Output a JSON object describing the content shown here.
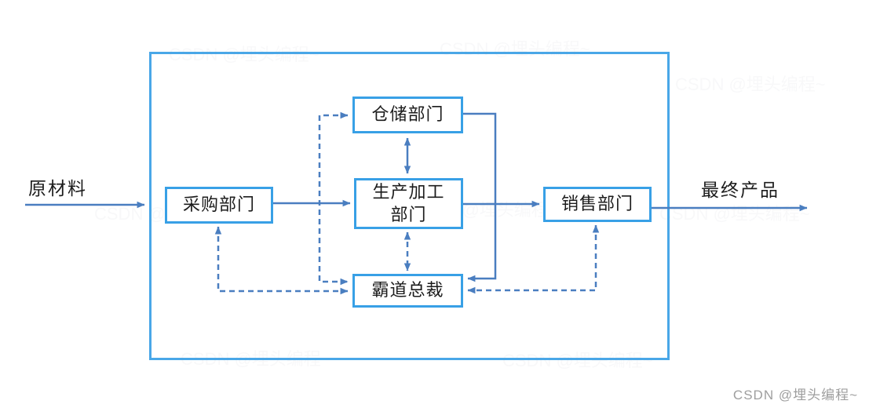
{
  "diagram": {
    "title_hint": "enterprise-material-and-information-flow-diagram",
    "outside_labels": {
      "input": "原材料",
      "output": "最终产品"
    },
    "nodes": [
      {
        "id": "purchasing",
        "label": "采购部门"
      },
      {
        "id": "warehouse",
        "label": "仓储部门"
      },
      {
        "id": "production",
        "label": "生产加工部门",
        "label_lines": [
          "生产加工",
          "部门"
        ]
      },
      {
        "id": "sales",
        "label": "销售部门"
      },
      {
        "id": "ceo",
        "label": "霸道总裁"
      }
    ],
    "edges": [
      {
        "from": "raw-material-input",
        "to": "enterprise-boundary",
        "style": "solid",
        "direction": "forward"
      },
      {
        "from": "purchasing",
        "to": "production",
        "style": "solid",
        "direction": "forward"
      },
      {
        "from": "production",
        "to": "sales",
        "style": "solid",
        "direction": "forward"
      },
      {
        "from": "sales",
        "to": "final-product-output",
        "style": "solid",
        "direction": "forward"
      },
      {
        "from": "warehouse",
        "to": "production",
        "style": "solid",
        "direction": "both"
      },
      {
        "from": "warehouse",
        "to": "ceo",
        "style": "solid",
        "direction": "forward"
      },
      {
        "from": "purchasing",
        "to": "ceo",
        "style": "dashed",
        "direction": "both"
      },
      {
        "from": "warehouse",
        "to": "ceo",
        "style": "dashed",
        "direction": "both"
      },
      {
        "from": "production",
        "to": "ceo",
        "style": "dashed",
        "direction": "both"
      },
      {
        "from": "sales",
        "to": "ceo",
        "style": "dashed",
        "direction": "both"
      }
    ]
  },
  "colors": {
    "node_border": "#38a0e6",
    "boundary_border": "#49a7e8",
    "connector": "#4a7ec0",
    "text": "#1c1c1c",
    "watermark": "#9e9e9e"
  },
  "watermark": {
    "text": "CSDN @埋头编程~"
  }
}
